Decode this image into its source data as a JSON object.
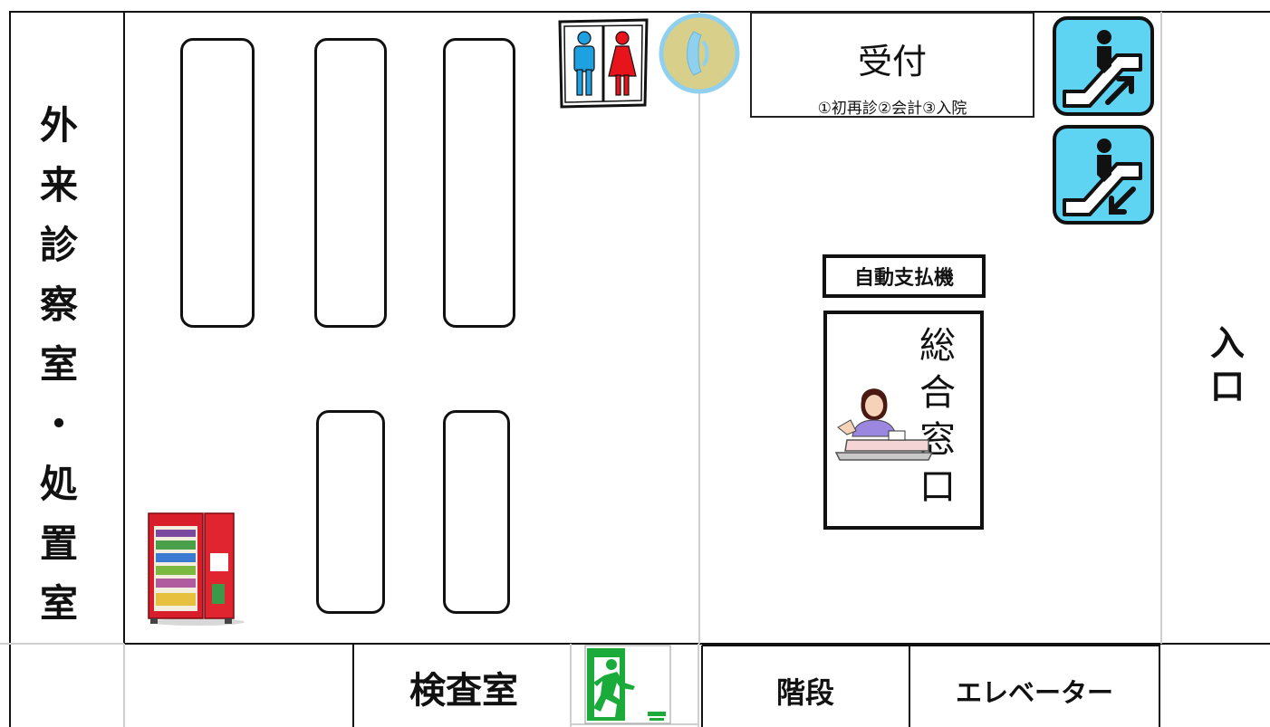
{
  "rooms": {
    "outpatient": {
      "label": "外来診察室・処置室",
      "chars": [
        "外",
        "来",
        "診",
        "察",
        "室",
        "・",
        "処",
        "置",
        "室"
      ]
    },
    "entrance": {
      "label": "入口",
      "chars": [
        "入",
        "口"
      ]
    },
    "reception": {
      "title": "受付",
      "subtitle": "①初再診②会計③入院"
    },
    "auto_payment": {
      "label": "自動支払機"
    },
    "general_counter": {
      "label": "総合窓口",
      "chars": [
        "総",
        "合",
        "窓",
        "口"
      ]
    },
    "lab": {
      "label": "検査室"
    },
    "stairs": {
      "label": "階段"
    },
    "elevator": {
      "label": "エレベーター"
    }
  },
  "icons": [
    "restroom-icon",
    "telephone-icon",
    "escalator-up-icon",
    "escalator-down-icon",
    "receptionist-icon",
    "vending-machine-icon",
    "emergency-exit-icon"
  ],
  "colors": {
    "escalator_bg": "#5fd3f2",
    "male_sign": "#1fa0e0",
    "female_sign": "#e8141c",
    "phone_bg": "#d8cf8a",
    "phone_ring": "#8fd0ee",
    "exit_green": "#1aab3a",
    "vending_red": "#d81e2a"
  }
}
